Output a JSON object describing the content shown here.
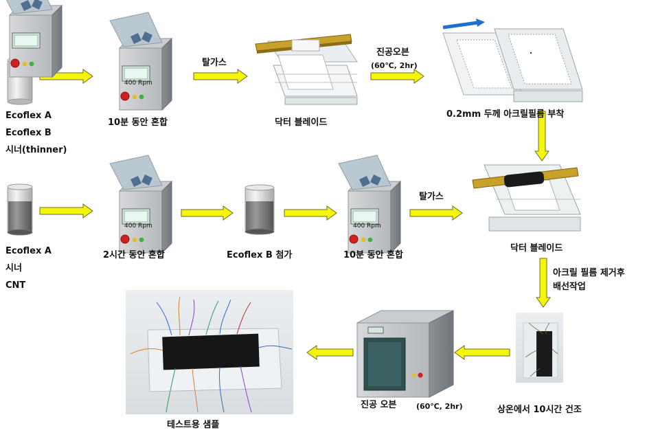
{
  "diagram": {
    "materials_top": [
      "Ecoflex A",
      "Ecoflex B",
      "시너(thinner)"
    ],
    "materials_mid": [
      "Ecoflex A",
      "시너",
      "CNT"
    ],
    "steps": {
      "mix_10min_top": "10분 동안 혼합",
      "doctor_blade_top": "닥터 블레이드",
      "acrylic_film": "0.2mm 두께 아크릴필름 부착",
      "mix_2hr": "2시간 동안 혼합",
      "add_ecoflex_b": "Ecoflex B 첨가",
      "mix_10min_mid": "10분 동안 혼합",
      "doctor_blade_mid": "닥터 블레이드",
      "dry_room_temp": "상온에서 10시간 건조",
      "vacuum_oven_bottom": "진공 오븐",
      "vacuum_oven_bottom_cond": "(60℃, 2hr)",
      "test_sample": "테스트용 샘플"
    },
    "arrow_labels": {
      "degas_top": "탈가스",
      "vacuum_oven_top": "진공오븐",
      "vacuum_oven_top_cond": "(60℃, 2hr)",
      "degas_mid": "탈가스",
      "remove_film_1": "아크릴 필름 제거후",
      "remove_film_2": "배선작업"
    },
    "mixer_display": [
      "400 Rpm",
      "400 Rpm",
      "400 Rpm"
    ],
    "colors": {
      "arrow_fill": "#f5f50a",
      "arrow_stroke": "#6b6b2a",
      "blade": "#c8a228",
      "motion_arrow": "#1f6fd1"
    }
  }
}
